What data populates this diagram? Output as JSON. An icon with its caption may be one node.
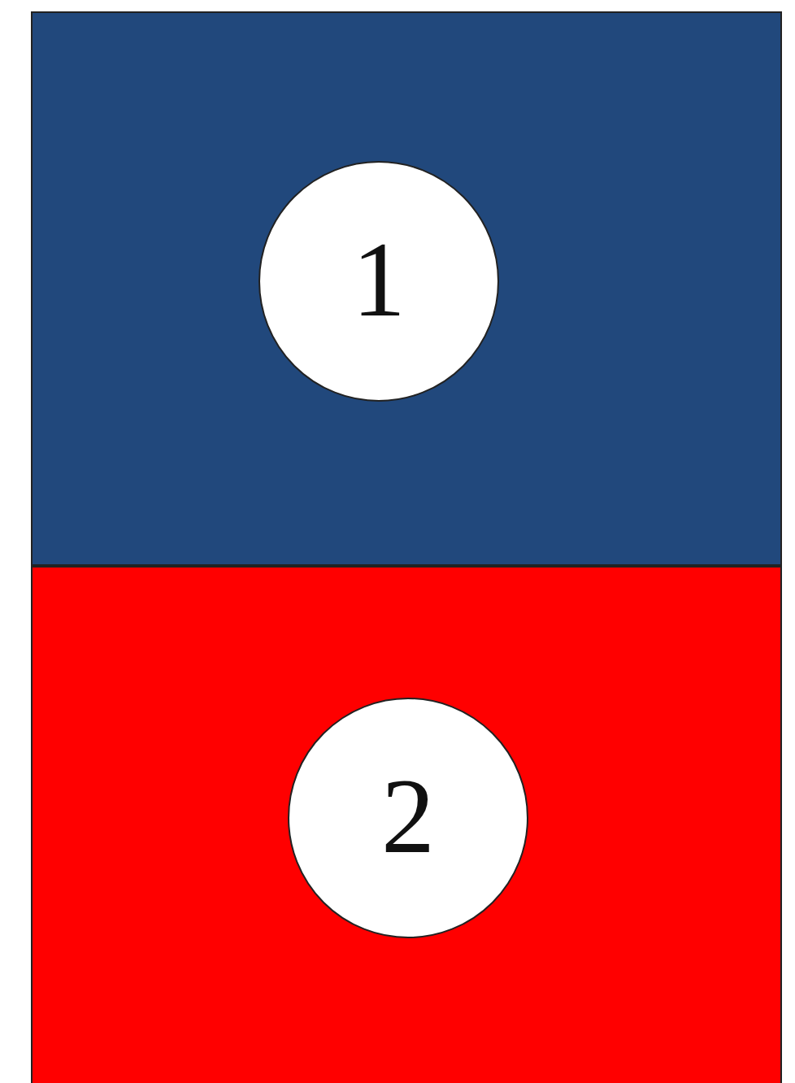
{
  "diagram": {
    "nodes": [
      {
        "text": [],
        "shape": "box"
      },
      {
        "text": [
          "1"
        ],
        "in": 0
      },
      {
        "text": [],
        "shape": "box"
      },
      {
        "text": [
          "2"
        ],
        "in": 2
      }
    ]
  }
}
